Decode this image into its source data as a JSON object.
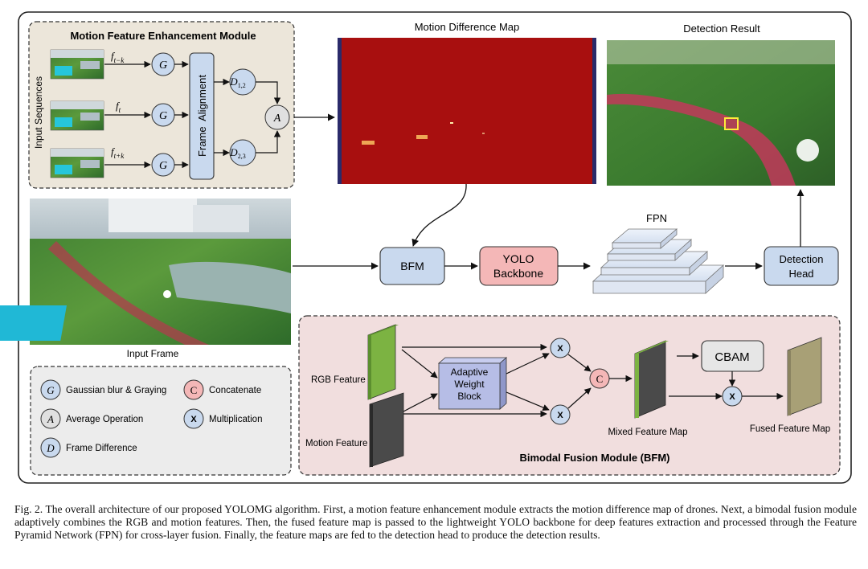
{
  "colors": {
    "module_bg": "#ece6da",
    "bfm_bg": "#f1dede",
    "node_blue": "#c9d9ee",
    "node_red": "#f4b7b7",
    "motion_map": "#a80f0f",
    "rgb_feature": "#7cb342",
    "motion_feature": "#4a4a4a",
    "fused_feature": "#a8a076",
    "awb_block": "#b6bde6",
    "cbam": "#e6e6e6"
  },
  "mfem": {
    "title": "Motion Feature Enhancement Module",
    "input_label": "Input Sequences",
    "frames": [
      {
        "base": "f",
        "sub": "t−k"
      },
      {
        "base": "f",
        "sub": "t"
      },
      {
        "base": "f",
        "sub": "t+k"
      }
    ],
    "g_label": "G",
    "alignment_label": "Frame  Alignment",
    "d_top": {
      "base": "D",
      "sub": "1,2"
    },
    "d_bottom": {
      "base": "D",
      "sub": "2,3"
    },
    "a_label": "A"
  },
  "motion_map": {
    "label": "Motion Difference Map"
  },
  "detection": {
    "label": "Detection Result"
  },
  "input_frame": {
    "label": "Input Frame"
  },
  "pipeline": {
    "bfm": "BFM",
    "yolo_line1": "YOLO",
    "yolo_line2": "Backbone",
    "fpn": "FPN",
    "head_line1": "Detection",
    "head_line2": "Head"
  },
  "legend": {
    "gaussian": "Gaussian blur & Graying",
    "average": "Average Operation",
    "frame_diff": "Frame Difference",
    "concat": "Concatenate",
    "mult": "Multiplication",
    "g_sym": "G",
    "a_sym": "A",
    "d_sym": "D",
    "c_sym": "C",
    "x_sym": "X"
  },
  "bfm_module": {
    "title": "Bimodal Fusion Module (BFM)",
    "rgb_feature": "RGB Feature",
    "motion_feature": "Motion Feature",
    "awb_line1": "Adaptive",
    "awb_line2": "Weight",
    "awb_line3": "Block",
    "x_sym": "X",
    "c_sym": "C",
    "mixed": "Mixed Feature Map",
    "cbam": "CBAM",
    "fused": "Fused Feature Map"
  },
  "caption": "Fig. 2.  The overall architecture of our proposed YOLOMG algorithm. First, a motion feature enhancement module extracts the motion difference map of drones. Next, a bimodal fusion module adaptively combines the RGB and motion features. Then, the fused feature map is passed to the lightweight YOLO backbone for deep features extraction and processed through the Feature Pyramid Network (FPN) for cross-layer fusion. Finally, the feature maps are fed to the detection head to produce the detection results."
}
